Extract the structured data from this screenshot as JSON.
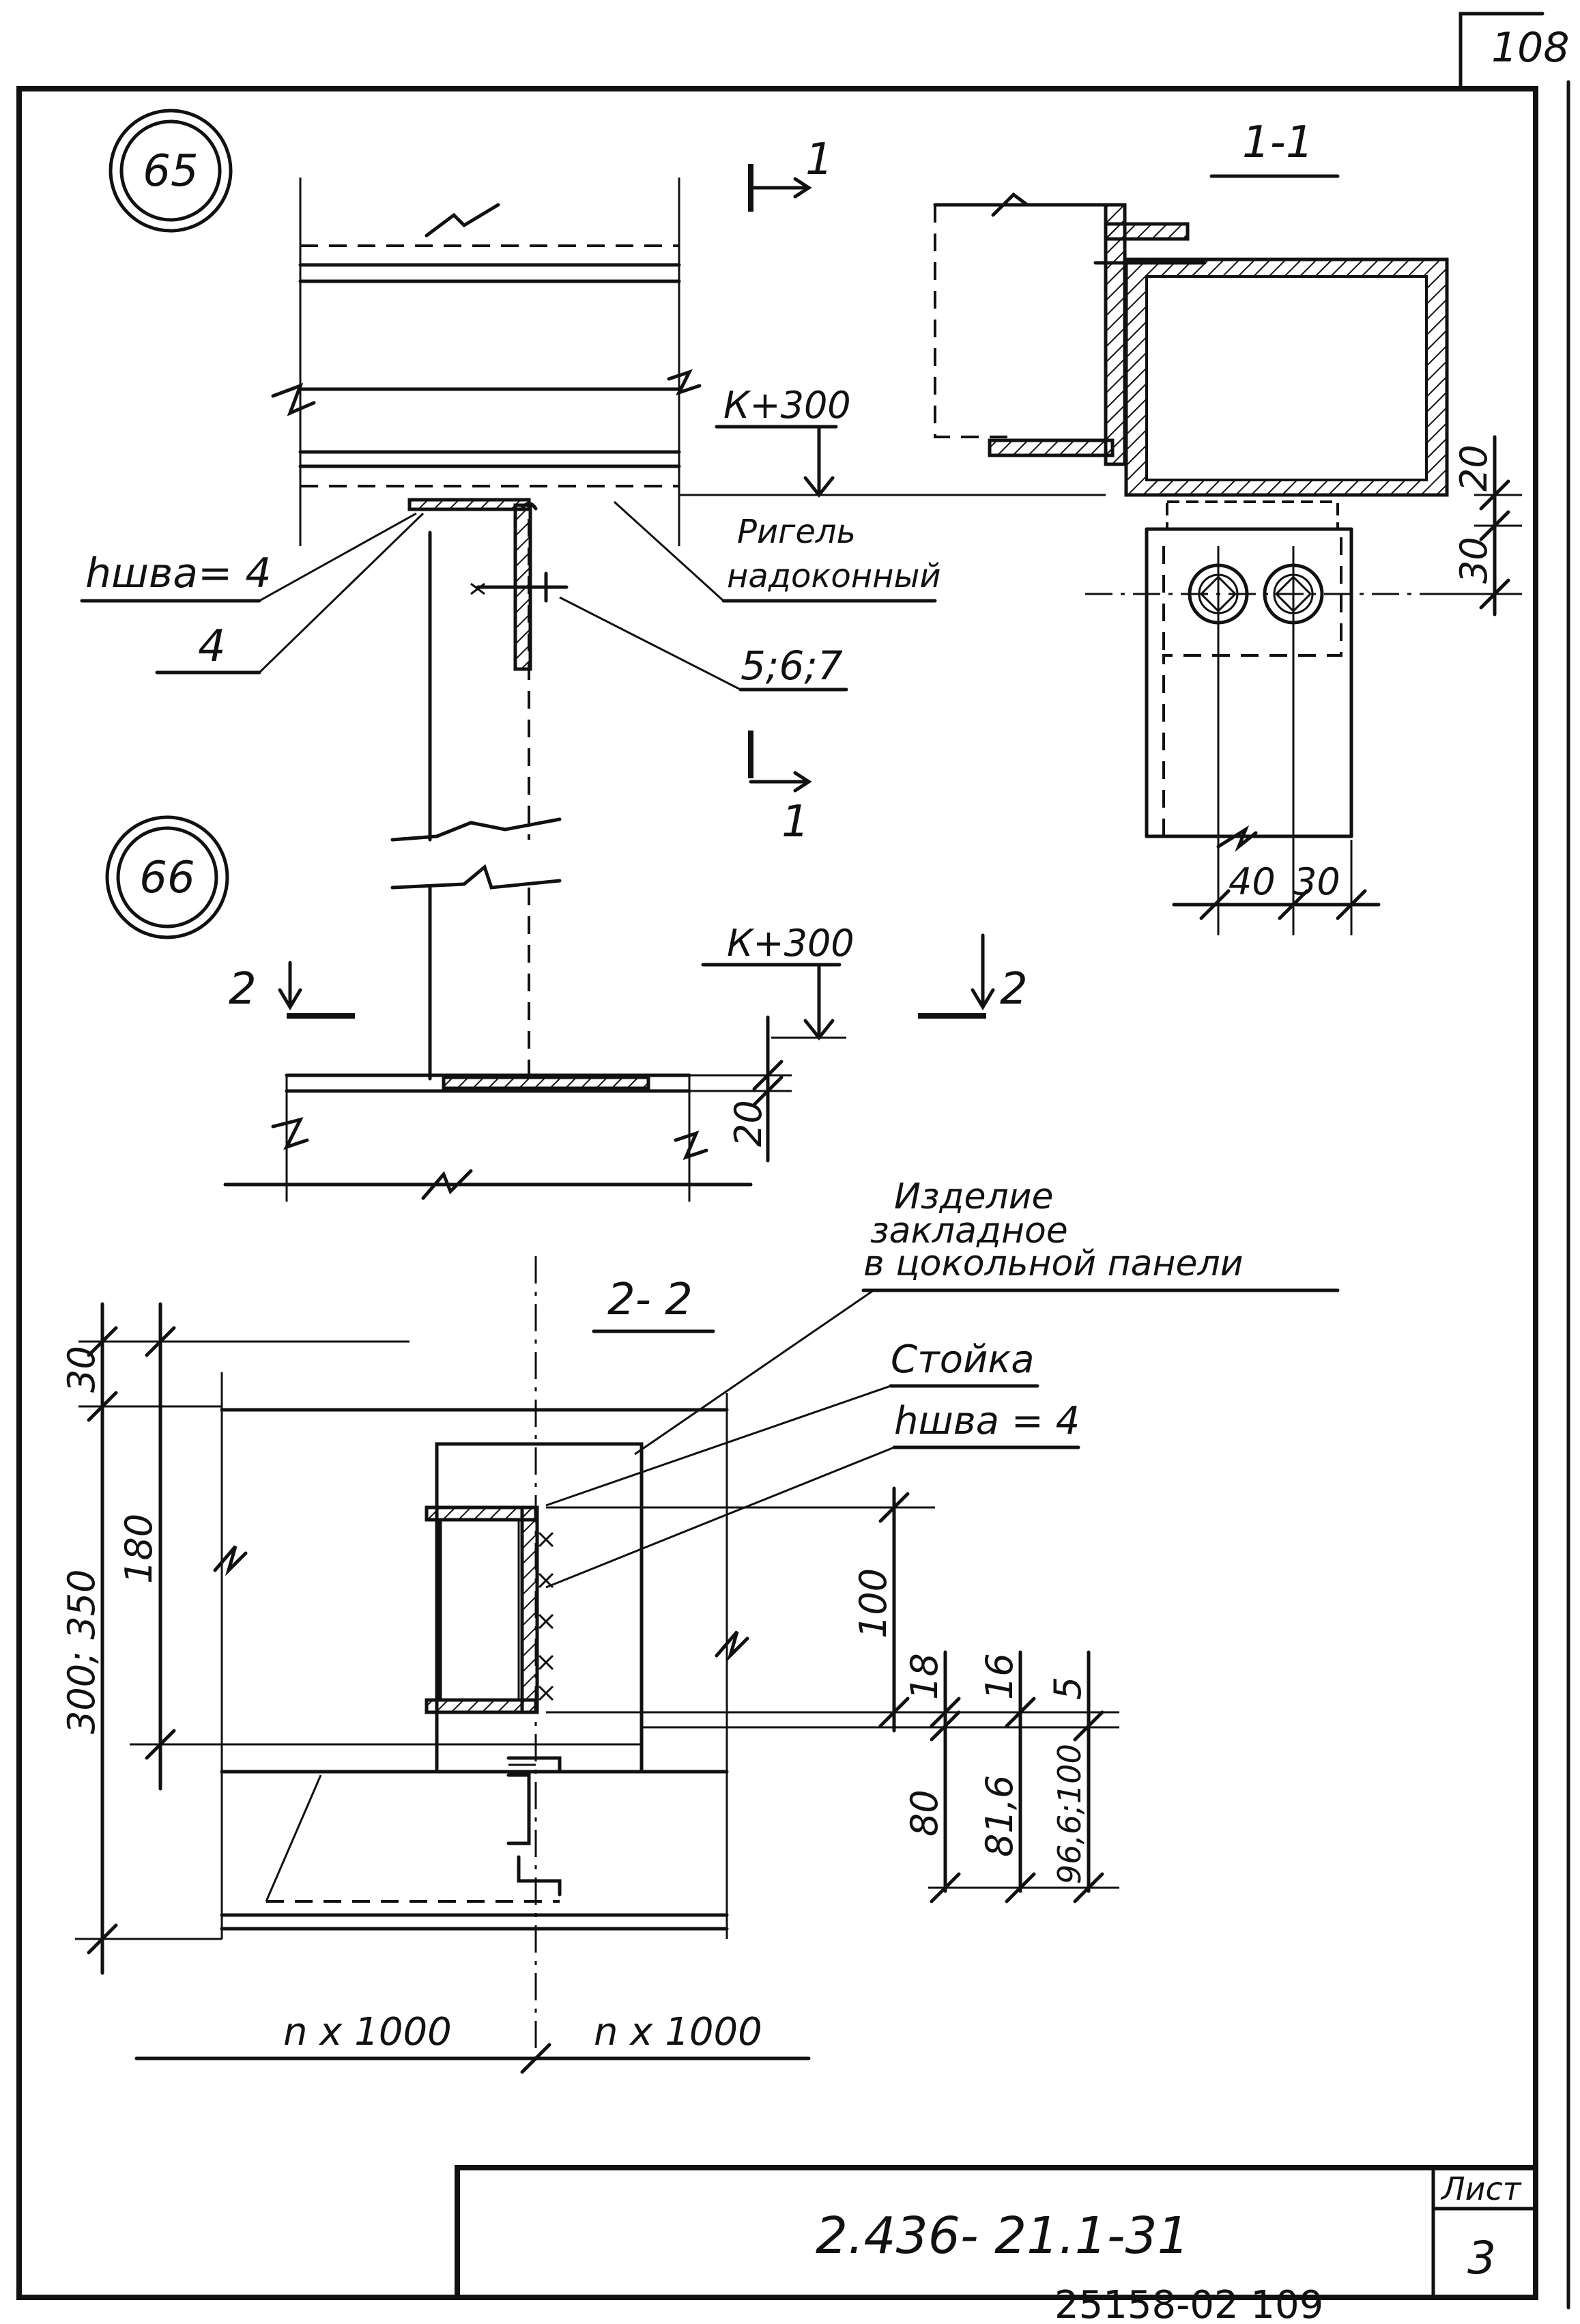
{
  "sheet": {
    "page_number_top": "108",
    "page_number_bottom": "25158-02   109",
    "title_block": {
      "doc_code": "2.436- 21.1-31",
      "sheet_label": "Лист",
      "sheet_number": "3"
    }
  },
  "node65": {
    "circle_label": "65",
    "section_mark_top": "1",
    "section_mark_bottom": "1",
    "elevation_note": "К+300",
    "weld_note": "hшва= 4",
    "part_number": "4",
    "beam_note_line1": "Ригель",
    "beam_note_line2": "надоконный",
    "parts_list": "5;6;7"
  },
  "section11": {
    "title": "1-1",
    "dim_20": "20",
    "dim_30": "30",
    "dim_40": "40",
    "dim_30b": "30"
  },
  "node66": {
    "circle_label": "66",
    "section_mark_left": "2",
    "section_mark_right": "2",
    "elevation_note": "К+300",
    "dim_20": "20"
  },
  "section22": {
    "title": "2- 2",
    "note_embed_line1": "Изделие",
    "note_embed_line2": "закладное",
    "note_embed_line3": "в цокольной   панели",
    "note_post": "Стойка",
    "note_weld": "hшва = 4",
    "dim_30": "30",
    "dim_300_350": "300; 350",
    "dim_180": "180",
    "dim_100": "100",
    "dim_18": "18",
    "dim_16": "16",
    "dim_5": "5",
    "dim_80": "80",
    "dim_81_6": "81,6",
    "dim_96_100": "96,6;100",
    "dim_left": "n x 1000",
    "dim_right": "n x 1000"
  }
}
